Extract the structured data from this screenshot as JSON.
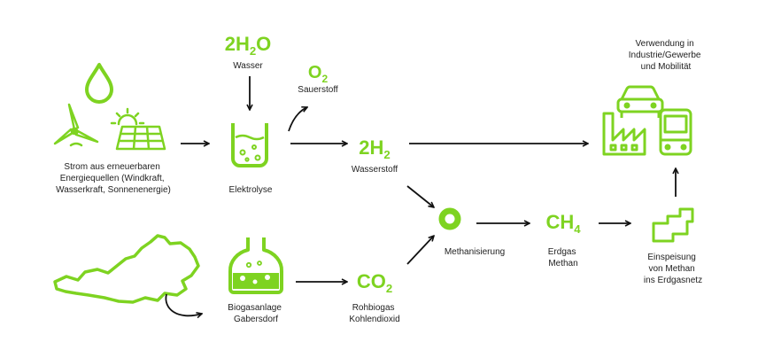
{
  "colors": {
    "accent": "#7ed321",
    "text": "#222222",
    "arrow": "#111111"
  },
  "sources": {
    "renewables": {
      "lines": [
        "Strom aus erneuerbaren",
        "Energiequellen (Windkraft,",
        "Wasserkraft, Sonnenenergie)"
      ]
    },
    "biogas_plant": {
      "lines": [
        "Biogasanlage",
        "Gabersdorf"
      ]
    }
  },
  "water": {
    "formula_main": "2H",
    "formula_sub": "2",
    "formula_tail": "O",
    "label": "Wasser"
  },
  "oxygen": {
    "formula_main": "O",
    "formula_sub": "2",
    "label": "Sauerstoff"
  },
  "electrolysis": {
    "label": "Elektrolyse"
  },
  "hydrogen": {
    "formula_main": "2H",
    "formula_sub": "2",
    "label": "Wasserstoff"
  },
  "co2": {
    "formula_main": "CO",
    "formula_sub": "2",
    "lines": [
      "Rohbiogas",
      "Kohlendioxid"
    ]
  },
  "methanation": {
    "label": "Methanisierung"
  },
  "methane": {
    "formula_main": "CH",
    "formula_sub": "4",
    "lines": [
      "Erdgas",
      "Methan"
    ]
  },
  "grid_injection": {
    "lines": [
      "Einspeisung",
      "von Methan",
      "ins Erdgasnetz"
    ]
  },
  "usage": {
    "lines": [
      "Verwendung in",
      "Industrie/Gewerbe",
      "und Mobilität"
    ]
  },
  "icons": [
    "water-drop-icon",
    "wind-turbine-icon",
    "sun-icon",
    "solar-panel-icon",
    "electrolyzer-icon",
    "austria-map-icon",
    "biogas-tank-icon",
    "methanation-ring-icon",
    "gas-grid-icon",
    "car-icon",
    "factory-icon",
    "bus-icon"
  ]
}
